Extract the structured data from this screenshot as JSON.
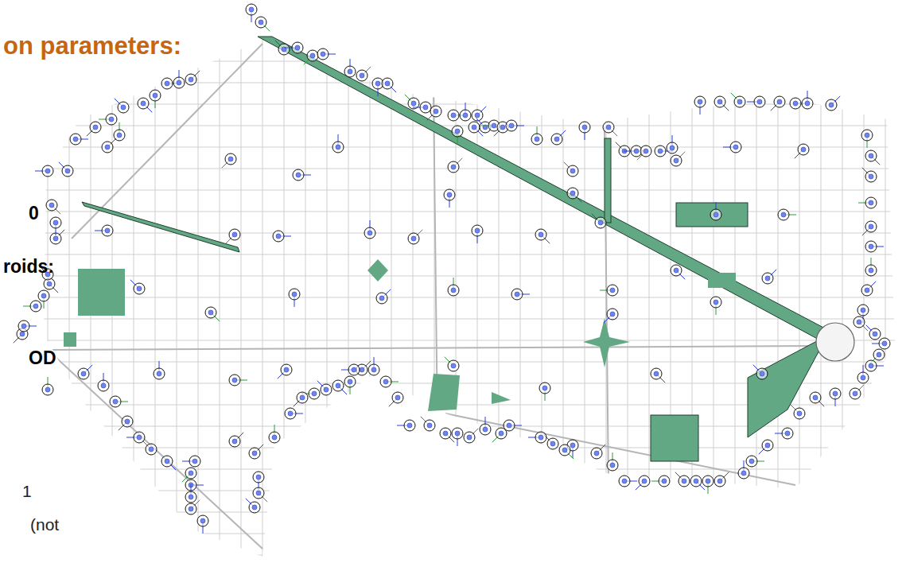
{
  "diagram": {
    "title": "on parameters:",
    "labels": [
      "0",
      "roids:",
      "OD",
      "1",
      "(not"
    ]
  }
}
